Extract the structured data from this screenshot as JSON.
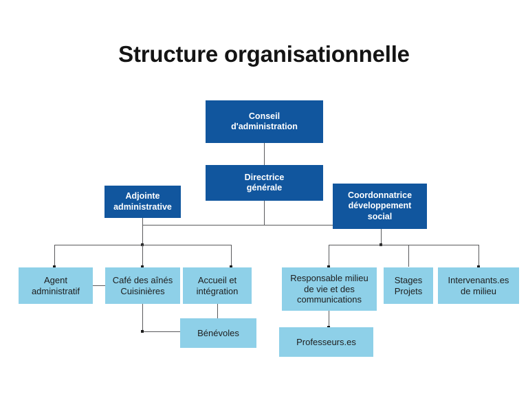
{
  "page": {
    "title": "Structure organisationnelle",
    "background_color": "#ffffff",
    "title_color": "#141414"
  },
  "palette": {
    "dark_blue": "#11569E",
    "light_blue": "#8ED0E8",
    "connector": "#58595B",
    "dark_text": "#1d1d1d",
    "light_text": "#ffffff"
  },
  "chart_data": {
    "type": "diagram",
    "title": "Structure organisationnelle",
    "nodes": [
      {
        "id": "conseil",
        "label": "Conseil\nd'administration",
        "level": 1,
        "style": "dark"
      },
      {
        "id": "directrice",
        "label": "Directrice\ngénérale",
        "level": 2,
        "style": "dark"
      },
      {
        "id": "adjointe",
        "label": "Adjointe\nadministrative",
        "level": 3,
        "style": "dark"
      },
      {
        "id": "coordonnatrice",
        "label": "Coordonnatrice\ndéveloppement\nsocial",
        "level": 3,
        "style": "dark"
      },
      {
        "id": "agent",
        "label": "Agent\nadministratif",
        "level": 4,
        "style": "light"
      },
      {
        "id": "cafe",
        "label": "Café des aînés\nCuisinières",
        "level": 4,
        "style": "light"
      },
      {
        "id": "accueil",
        "label": "Accueil et\nintégration",
        "level": 4,
        "style": "light"
      },
      {
        "id": "benevoles",
        "label": "Bénévoles",
        "level": 5,
        "style": "light"
      },
      {
        "id": "responsable",
        "label": "Responsable milieu\nde vie et des\ncommunications",
        "level": 4,
        "style": "light"
      },
      {
        "id": "stages",
        "label": "Stages\nProjets",
        "level": 4,
        "style": "light"
      },
      {
        "id": "intervenants",
        "label": "Intervenants.es\nde milieu",
        "level": 4,
        "style": "light"
      },
      {
        "id": "professeurs",
        "label": "Professeurs.es",
        "level": 5,
        "style": "light"
      }
    ],
    "edges": [
      {
        "from": "conseil",
        "to": "directrice"
      },
      {
        "from": "directrice",
        "to": "adjointe"
      },
      {
        "from": "directrice",
        "to": "coordonnatrice"
      },
      {
        "from": "adjointe",
        "to": "agent"
      },
      {
        "from": "adjointe",
        "to": "cafe"
      },
      {
        "from": "adjointe",
        "to": "accueil"
      },
      {
        "from": "agent",
        "to": "cafe"
      },
      {
        "from": "cafe",
        "to": "benevoles"
      },
      {
        "from": "accueil",
        "to": "benevoles"
      },
      {
        "from": "coordonnatrice",
        "to": "responsable"
      },
      {
        "from": "coordonnatrice",
        "to": "stages"
      },
      {
        "from": "coordonnatrice",
        "to": "intervenants"
      },
      {
        "from": "responsable",
        "to": "professeurs"
      }
    ]
  }
}
